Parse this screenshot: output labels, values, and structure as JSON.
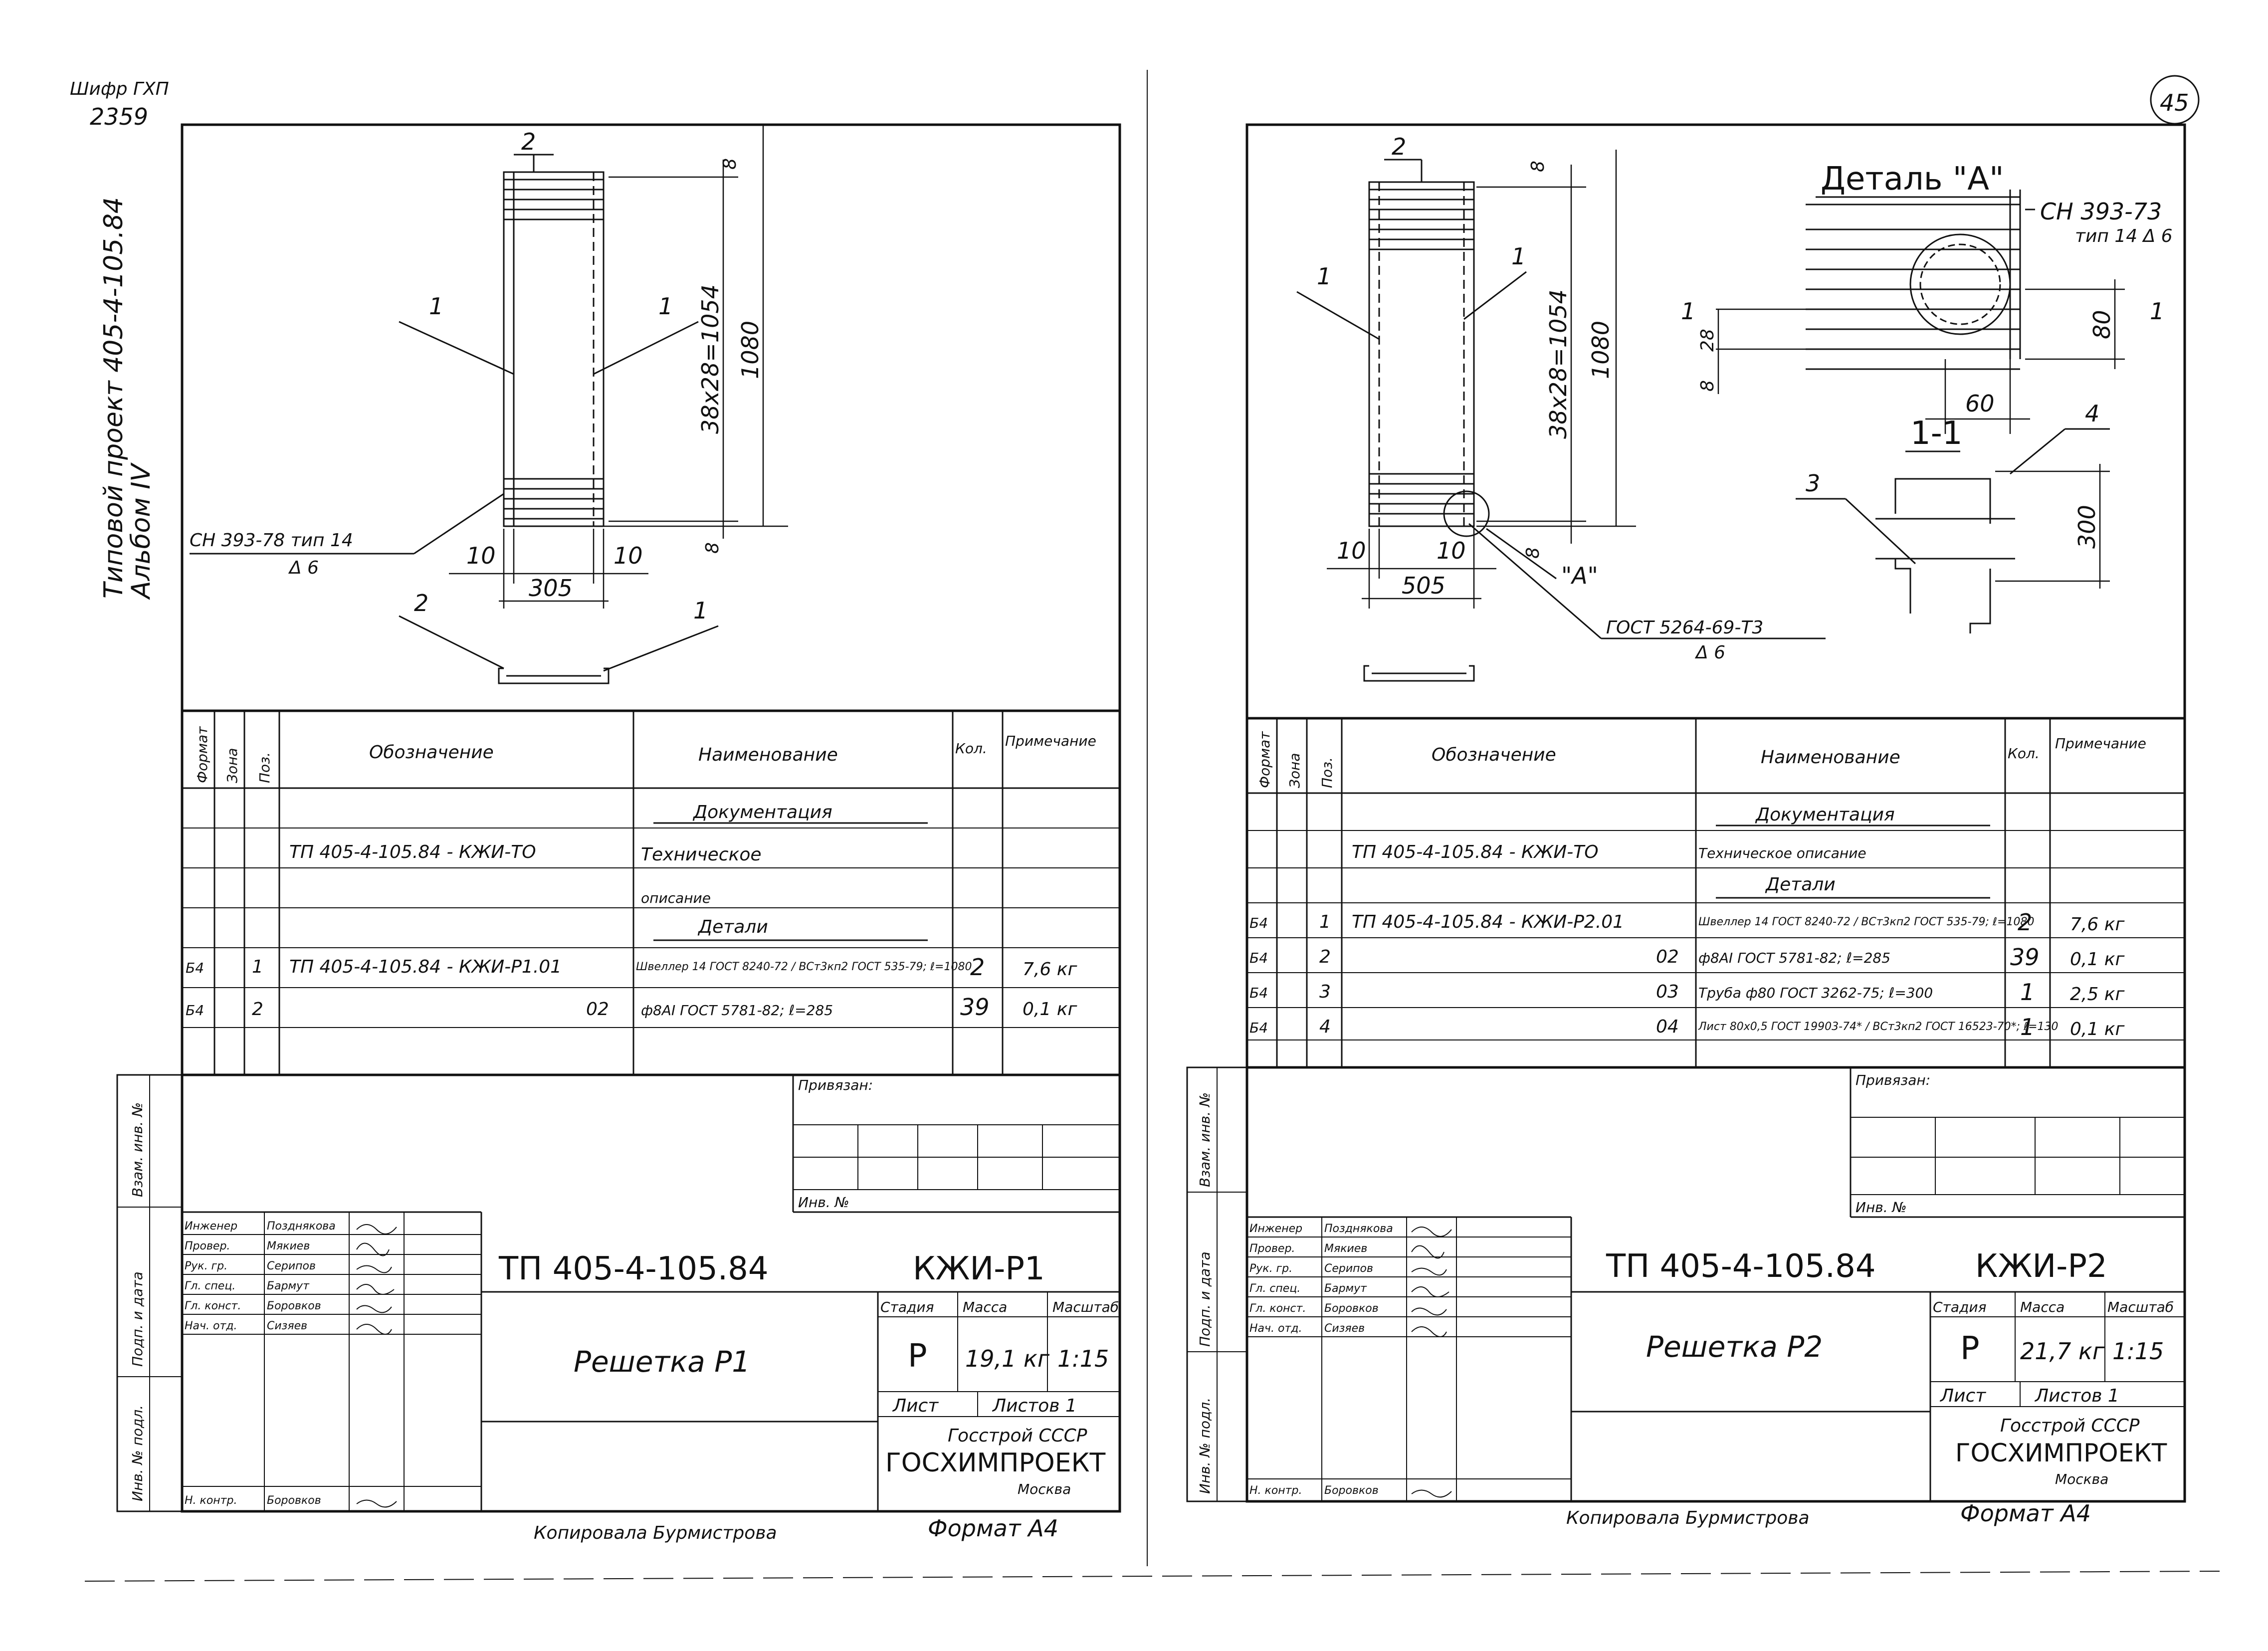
{
  "corner": {
    "archive_no": "2359",
    "stamp": "Шифр ГХП"
  },
  "side_title": {
    "line1": "Типовой проект 405-4-105.84",
    "line2": "Альбом IV"
  },
  "sheet_number": "45",
  "common": {
    "col_format": "Формат",
    "col_zone": "Зона",
    "col_pos": "Поз.",
    "col_designation": "Обозначение",
    "col_name": "Наименование",
    "col_qty": "Кол.",
    "col_note": "Примечание",
    "privyazan": "Привязан:",
    "inv_no": "Инв. №",
    "stamp_side": [
      "Взам. инв. №",
      "Подп. и дата",
      "Инв. № подл."
    ],
    "roles": [
      "Инженер",
      "Провер.",
      "Рук. гр.",
      "Гл. спец.",
      "Гл. конст.",
      "Нач. отд.",
      "Н. контр."
    ],
    "names": [
      "Позднякова",
      "Мякиев",
      "Серипов",
      "Бармут",
      "Боровков",
      "Сизяев",
      "Боровков"
    ],
    "stage_h": "Стадия",
    "mass_h": "Масса",
    "scale_h": "Масштаб",
    "sheet_h": "Лист",
    "sheets_h": "Листов 1",
    "org1": "Госстрой СССР",
    "org2": "ГОСХИМПРОЕКТ",
    "org3": "Москва",
    "copied": "Копировала  Бурмистрова",
    "format": "Формат А4"
  },
  "sheet_left": {
    "drawing": {
      "pos1": "1",
      "pos2": "2",
      "dim_top": "8",
      "dim_main": "38х28=1054",
      "dim_total": "1080",
      "dim_bottom": "8",
      "dim_left": "10",
      "dim_right": "10",
      "dim_width": "305",
      "weld": "СН 393-78 тип 14",
      "weld_size": "Δ 6"
    },
    "rows": [
      {
        "fmt": "",
        "zone": "",
        "pos": "",
        "designation": "",
        "name": "Документация",
        "qty": "",
        "note": "",
        "section": true
      },
      {
        "fmt": "",
        "zone": "",
        "pos": "",
        "designation": "ТП 405-4-105.84 - КЖИ-ТО",
        "name": "Техническое",
        "qty": "",
        "note": ""
      },
      {
        "fmt": "",
        "zone": "",
        "pos": "",
        "designation": "",
        "name": "описание",
        "qty": "",
        "note": ""
      },
      {
        "fmt": "",
        "zone": "",
        "pos": "",
        "designation": "",
        "name": "Детали",
        "qty": "",
        "note": "",
        "section": true
      },
      {
        "fmt": "Б4",
        "zone": "",
        "pos": "1",
        "designation": "ТП 405-4-105.84 - КЖИ-Р1.01",
        "name": "Швеллер 14 ГОСТ 8240-72 / ВСт3кп2 ГОСТ 535-79; ℓ=1080",
        "qty": "2",
        "note": "7,6 кг"
      },
      {
        "fmt": "Б4",
        "zone": "",
        "pos": "2",
        "designation": "02",
        "name": "ф8АI ГОСТ 5781-82; ℓ=285",
        "qty": "39",
        "note": "0,1 кг"
      },
      {
        "fmt": "",
        "zone": "",
        "pos": "",
        "designation": "",
        "name": "",
        "qty": "",
        "note": ""
      }
    ],
    "code": "ТП 405-4-105.84",
    "mark": "КЖИ-Р1",
    "title": "Решетка Р1",
    "stage": "Р",
    "mass": "19,1 кг",
    "scale": "1:15"
  },
  "sheet_right": {
    "drawing": {
      "pos1": "1",
      "pos2": "2",
      "pos3": "3",
      "pos4": "4",
      "dim_top": "8",
      "dim_main": "38х28=1054",
      "dim_total": "1080",
      "dim_bottom": "8",
      "dim_left": "10",
      "dim_right": "10",
      "dim_width": "505",
      "detail_title": "Деталь \"А\"",
      "detail_ref": "\"А\"",
      "weld_top": "СН 393-73",
      "weld_top2": "тип 14 Δ 6",
      "d28": "28",
      "d8": "8",
      "d80": "80",
      "d60": "60",
      "section": "1-1",
      "section_mark": "1",
      "d300": "300",
      "weld_bot": "ГОСТ 5264-69-Т3",
      "weld_bot_size": "Δ 6"
    },
    "rows": [
      {
        "fmt": "",
        "zone": "",
        "pos": "",
        "designation": "",
        "name": "Документация",
        "qty": "",
        "note": "",
        "section": true
      },
      {
        "fmt": "",
        "zone": "",
        "pos": "",
        "designation": "ТП 405-4-105.84 - КЖИ-ТО",
        "name": "Техническое описание",
        "qty": "",
        "note": ""
      },
      {
        "fmt": "",
        "zone": "",
        "pos": "",
        "designation": "",
        "name": "Детали",
        "qty": "",
        "note": "",
        "section": true
      },
      {
        "fmt": "Б4",
        "zone": "",
        "pos": "1",
        "designation": "ТП 405-4-105.84 - КЖИ-Р2.01",
        "name": "Швеллер 14 ГОСТ 8240-72 / ВСт3кп2 ГОСТ 535-79; ℓ=1080",
        "qty": "2",
        "note": "7,6 кг"
      },
      {
        "fmt": "Б4",
        "zone": "",
        "pos": "2",
        "designation": "02",
        "name": "ф8АI ГОСТ 5781-82; ℓ=285",
        "qty": "39",
        "note": "0,1 кг"
      },
      {
        "fmt": "Б4",
        "zone": "",
        "pos": "3",
        "designation": "03",
        "name": "Труба ф80 ГОСТ 3262-75; ℓ=300",
        "qty": "1",
        "note": "2,5 кг"
      },
      {
        "fmt": "Б4",
        "zone": "",
        "pos": "4",
        "designation": "04",
        "name": "Лист 80х0,5 ГОСТ 19903-74* / ВСт3кп2 ГОСТ 16523-70*; ℓ=130",
        "qty": "1",
        "note": "0,1 кг"
      }
    ],
    "code": "ТП 405-4-105.84",
    "mark": "КЖИ-Р2",
    "title": "Решетка Р2",
    "stage": "Р",
    "mass": "21,7 кг",
    "scale": "1:15"
  }
}
